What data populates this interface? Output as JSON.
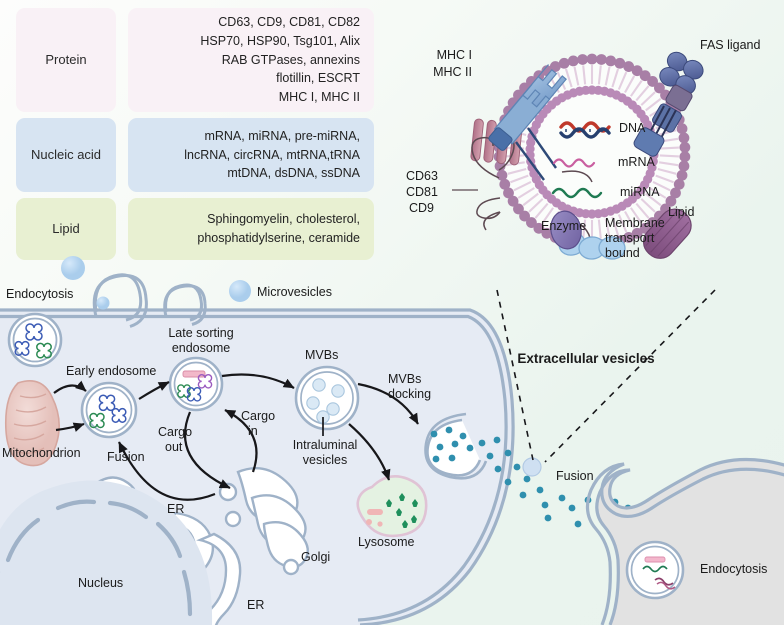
{
  "table": {
    "rows": [
      {
        "label": "Protein",
        "lines": [
          "CD63, CD9, CD81, CD82",
          "HSP70, HSP90, Tsg101, Alix",
          "RAB GTPases, annexins",
          "flotillin, ESCRT",
          "MHC I, MHC II"
        ],
        "label_color": "#f9f1f6",
        "value_color": "#f9f1f6"
      },
      {
        "label": "Nucleic acid",
        "lines": [
          "mRNA, miRNA, pre-miRNA,",
          "lncRNA, circRNA, mtRNA,tRNA",
          "mtDNA, dsDNA, ssDNA"
        ],
        "label_color": "#d7e4f2",
        "value_color": "#d7e4f2"
      },
      {
        "label": "Lipid",
        "lines": [
          "Sphingomyelin, cholesterol,",
          "phosphatidylserine, ceramide"
        ],
        "label_color": "#e8f0d2",
        "value_color": "#e8f0d2"
      }
    ]
  },
  "vesicle": {
    "title": "Extracellular vesicles",
    "labels": {
      "mhc1": "MHC I",
      "mhc2": "MHC II",
      "fas_ligand": "FAS ligand",
      "cd63": "CD63",
      "cd81": "CD81",
      "cd9": "CD9",
      "dna": "DNA",
      "mrna": "mRNA",
      "mirna": "miRNA",
      "enzyme": "Enzyme",
      "membrane_transport_1": "Membrane",
      "membrane_transport_2": "transport",
      "membrane_transport_3": "bound",
      "lipid": "Lipid"
    },
    "colors": {
      "head": "#a07a9e",
      "tail": "#e3cfe0",
      "mhc": "#7fa4cf",
      "fas": "#5c6fa8",
      "tetraspanin": "#bd7f95",
      "enzyme": "#8579b5",
      "lipid_protein": "#8e5d8e",
      "transport": "#a8cbe8",
      "dna_a": "#c0392b",
      "dna_b": "#2c4f86",
      "mrna": "#c95fa0",
      "mirna": "#1f7a52"
    }
  },
  "cell": {
    "labels": {
      "endocytosis": "Endocytosis",
      "microvesicles": "Microvesicles",
      "early_endosome": "Early endosome",
      "late_sorting_1": "Late sorting",
      "late_sorting_2": "endosome",
      "mvbs": "MVBs",
      "mvbs_docking_1": "MVBs",
      "mvbs_docking_2": "docking",
      "intraluminal_1": "Intraluminal",
      "intraluminal_2": "vesicles",
      "mitochondrion": "Mitochondrion",
      "fusion_cell": "Fusion",
      "cargo_out_1": "Cargo",
      "cargo_out_2": "out",
      "cargo_in_1": "Cargo",
      "cargo_in_2": "in",
      "er_upper": "ER",
      "er_lower": "ER",
      "golgi": "Golgi",
      "nucleus": "Nucleus",
      "lysosome": "Lysosome",
      "fusion_ev": "Fusion",
      "endocytosis_recipient": "Endocytosis"
    },
    "colors": {
      "membrane": "#9fb2c8",
      "cytosol": "#e6ebf4",
      "nucleus": "#dde5f0",
      "mitochondrion": "#e9c9c4",
      "lysosome_fill": "#e4f2e2",
      "lysosome_ring": "#e0c3d5",
      "ev_dot": "#2f8fae",
      "recipient_cytosol": "#e2e2e2",
      "microvesicle": "#b9d6ef"
    }
  }
}
